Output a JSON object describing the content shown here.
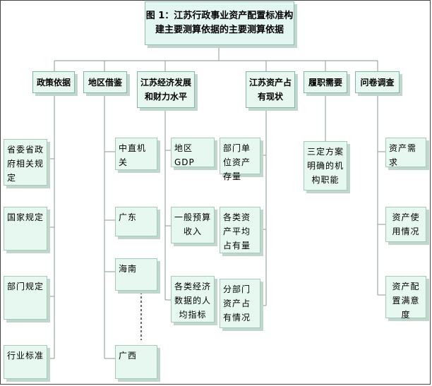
{
  "title": "图 1：江苏行政事业资产配置标准构建主要测算依据的主要测算依据",
  "categories": [
    {
      "label": "政策依据",
      "children": [
        "省委省政府相关规定",
        "国家规定",
        "部门规定",
        "行业标准"
      ]
    },
    {
      "label": "地区借鉴",
      "children": [
        "中直机关",
        "广东",
        "海南",
        "广西"
      ]
    },
    {
      "label": "江苏经济发展和财力水平",
      "children": [
        "地区 GDP",
        "一般预算收入",
        "各类经济数据的人均指标"
      ]
    },
    {
      "label": "江苏资产占有现状",
      "children": [
        "部门单位资产存量",
        "各类资产平均占有量",
        "分部门资产占有情况"
      ]
    },
    {
      "label": "履职需要",
      "children": [
        "三定方案明确的机构职能"
      ]
    },
    {
      "label": "问卷调查",
      "children": [
        "资产需求",
        "资产使用情况",
        "资产配置满意度"
      ]
    }
  ],
  "colors": {
    "box_fill": "#eaf9f3",
    "box_border": "#7fb8a6",
    "shadow": "#c2d6cd",
    "line": "#9aa9a3"
  }
}
